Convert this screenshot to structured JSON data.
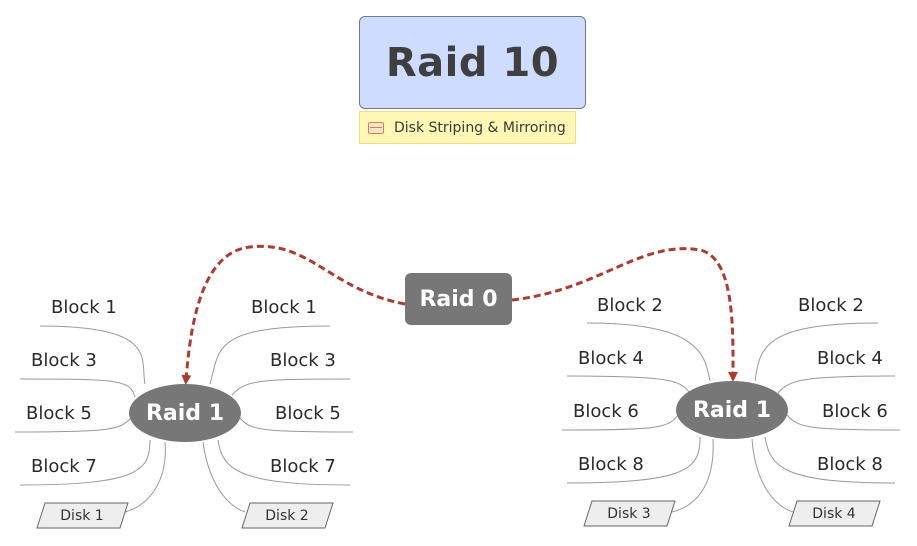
{
  "title": "Raid 10",
  "note": "Disk Striping & Mirroring",
  "center_node": "Raid 0",
  "groups": [
    {
      "label": "Raid 1",
      "left_blocks": [
        "Block 1",
        "Block 3",
        "Block 5",
        "Block 7"
      ],
      "right_blocks": [
        "Block 1",
        "Block 3",
        "Block 5",
        "Block 7"
      ],
      "disks": [
        "Disk 1",
        "Disk 2"
      ]
    },
    {
      "label": "Raid 1",
      "left_blocks": [
        "Block 2",
        "Block 4",
        "Block 6",
        "Block 8"
      ],
      "right_blocks": [
        "Block 2",
        "Block 4",
        "Block 6",
        "Block 8"
      ],
      "disks": [
        "Disk 3",
        "Disk 4"
      ]
    }
  ],
  "colors": {
    "title_fill": "#cddcff",
    "note_fill": "#fff7b3",
    "node_fill": "#777777",
    "arrow": "#b03a2e",
    "branch_line": "#999999"
  }
}
